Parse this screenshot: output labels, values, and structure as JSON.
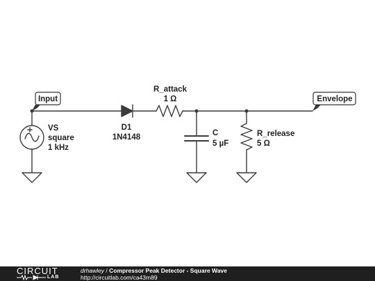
{
  "schematic": {
    "labels": {
      "input": "Input",
      "envelope": "Envelope"
    },
    "components": {
      "vs": {
        "name": "VS",
        "type": "square",
        "freq": "1 kHz"
      },
      "d1": {
        "name": "D1",
        "part": "1N4148"
      },
      "r_attack": {
        "name": "R_attack",
        "value": "1 Ω"
      },
      "c": {
        "name": "C",
        "value": "5 µF"
      },
      "r_release": {
        "name": "R_release",
        "value": "5 Ω"
      }
    },
    "colors": {
      "wire": "#3a3a3a",
      "label_border": "#333333",
      "label_fill": "#ffffff"
    }
  },
  "footer": {
    "logo_top": "CIRCUIT",
    "logo_bottom": "LAB",
    "author": "drhawley",
    "separator": " / ",
    "title": "Compressor Peak Detector - Square Wave",
    "url": "http://circuitlab.com/ca43m89"
  }
}
